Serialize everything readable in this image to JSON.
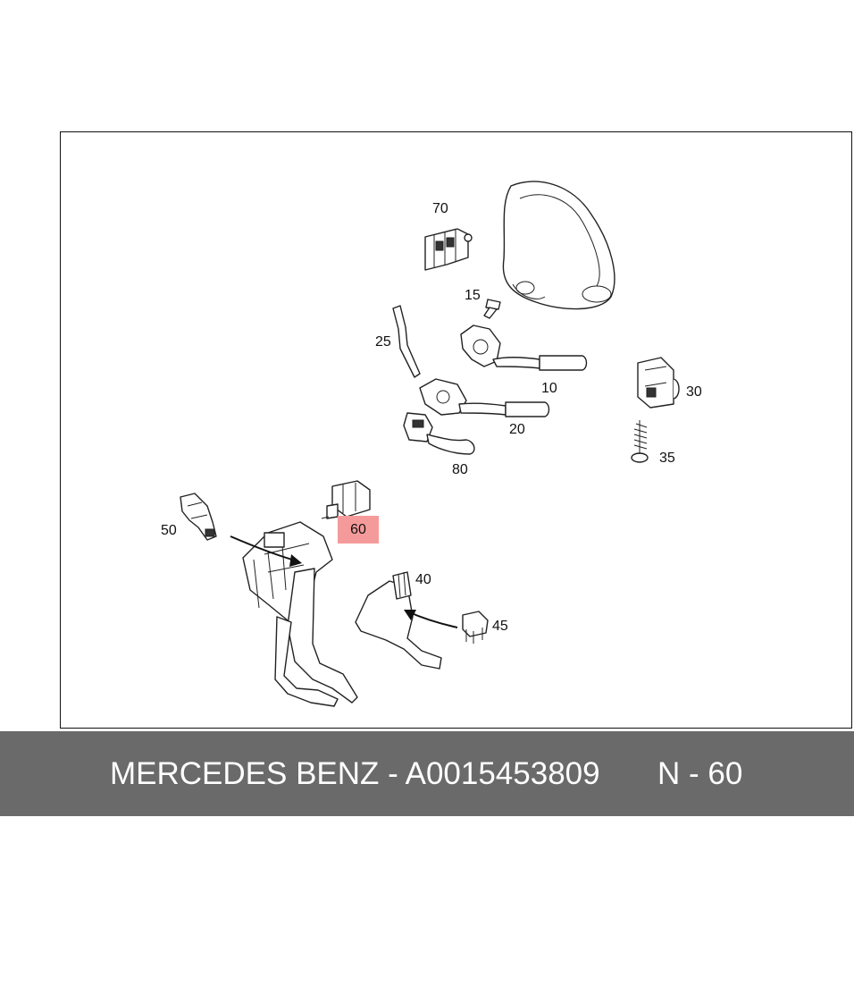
{
  "diagram": {
    "callouts": {
      "c70": "70",
      "c15": "15",
      "c25": "25",
      "c10": "10",
      "c30": "30",
      "c20": "20",
      "c35": "35",
      "c80": "80",
      "c50": "50",
      "c60": "60",
      "c40": "40",
      "c45": "45"
    },
    "highlight_color": "#f59a9a"
  },
  "footer": {
    "text": "MERCEDES BENZ - A0015453809",
    "ref": "N - 60",
    "background": "#6a6a6a"
  }
}
